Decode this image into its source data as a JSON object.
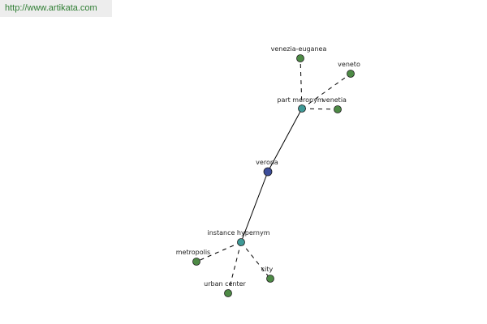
{
  "watermark": {
    "url": "http://www.artikata.com"
  },
  "colors": {
    "root_node": "#3c4d9a",
    "relation_node": "#3f9a97",
    "leaf_node": "#4d8a45",
    "node_stroke": "#1e1e1e",
    "edge": "#000000",
    "watermark_text": "#2e7d32"
  },
  "graph": {
    "nodes": [
      {
        "id": "verona",
        "label": "verona",
        "kind": "root"
      },
      {
        "id": "part-meronym",
        "label": "part meronym",
        "kind": "relation"
      },
      {
        "id": "instance-hypernym",
        "label": "instance hypernym",
        "kind": "relation"
      },
      {
        "id": "venezia-euganea",
        "label": "venezia-euganea",
        "kind": "leaf"
      },
      {
        "id": "veneto",
        "label": "veneto",
        "kind": "leaf"
      },
      {
        "id": "venetia",
        "label": "venetia",
        "kind": "leaf"
      },
      {
        "id": "metropolis",
        "label": "metropolis",
        "kind": "leaf"
      },
      {
        "id": "urban-center",
        "label": "urban center",
        "kind": "leaf"
      },
      {
        "id": "city",
        "label": "city",
        "kind": "leaf"
      }
    ],
    "edges": [
      {
        "from": "verona",
        "to": "part-meronym",
        "style": "solid"
      },
      {
        "from": "verona",
        "to": "instance-hypernym",
        "style": "solid"
      },
      {
        "from": "part-meronym",
        "to": "venezia-euganea",
        "style": "dashed"
      },
      {
        "from": "part-meronym",
        "to": "veneto",
        "style": "dashed"
      },
      {
        "from": "part-meronym",
        "to": "venetia",
        "style": "dashed"
      },
      {
        "from": "instance-hypernym",
        "to": "metropolis",
        "style": "dashed"
      },
      {
        "from": "instance-hypernym",
        "to": "urban-center",
        "style": "dashed"
      },
      {
        "from": "instance-hypernym",
        "to": "city",
        "style": "dashed"
      }
    ]
  }
}
